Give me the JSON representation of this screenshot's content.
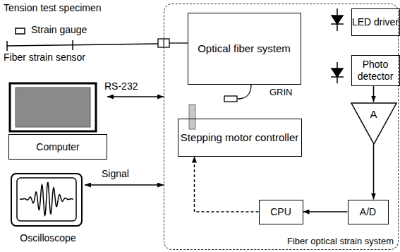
{
  "diagram": {
    "nodes": [
      {
        "text": [
          "Computer"
        ]
      },
      {
        "text": [
          "Oscilloscope"
        ]
      },
      {
        "text": [
          "Fiber optical strain system"
        ]
      },
      {
        "text": [
          "Optical fiber system"
        ],
        "in": 2
      },
      {
        "text": [
          "LED driver"
        ],
        "in": 2
      },
      {
        "text": [
          "Photo detector"
        ],
        "in": 2
      },
      {
        "text": [
          "A"
        ],
        "in": 2
      },
      {
        "text": [
          "A/D"
        ],
        "in": 2
      },
      {
        "text": [
          "CPU"
        ],
        "in": 2
      },
      {
        "text": [
          "Stepping motor controller"
        ],
        "in": 2
      }
    ],
    "edges": [
      {
        "from": 0,
        "to": 2,
        "label": "RS-232",
        "arrow": "both"
      },
      {
        "from": 1,
        "to": 2,
        "label": "Signal",
        "arrow": "both"
      },
      {
        "from": 5,
        "to": 6,
        "arrow": "to"
      },
      {
        "from": 6,
        "to": 7,
        "arrow": "to"
      },
      {
        "from": 7,
        "to": 8,
        "arrow": "to"
      },
      {
        "from": 8,
        "to": 9,
        "arrow": "to"
      }
    ],
    "labels": [
      "Tension test specimen",
      "Strain gauge",
      "Fiber strain sensor",
      "GRIN"
    ]
  }
}
